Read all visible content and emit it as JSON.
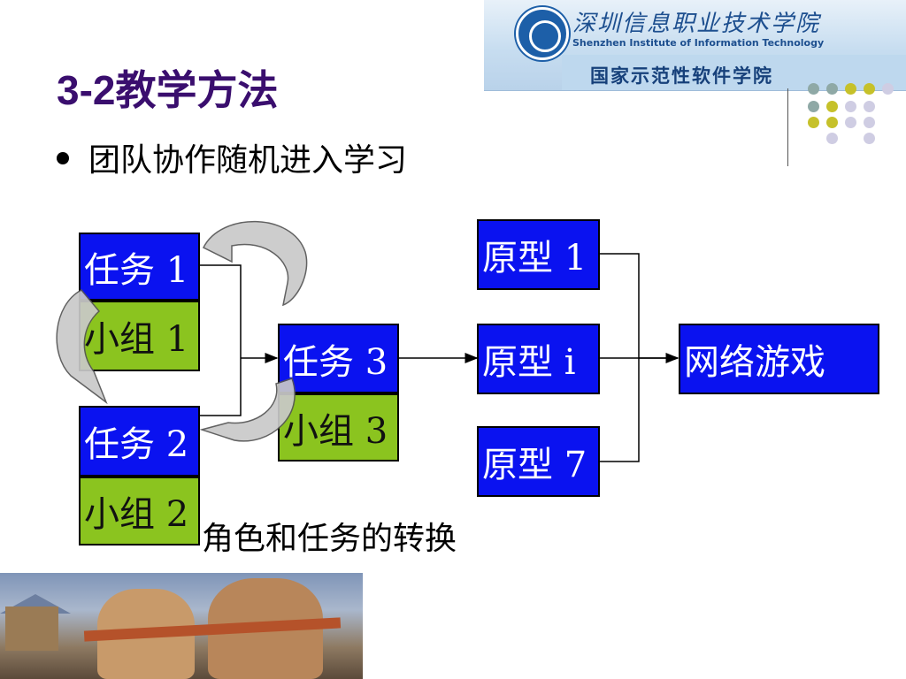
{
  "header": {
    "logo": {
      "name_cn": "深圳信息职业技术学院",
      "name_en": "Shenzhen Institute of Information Technology",
      "tagline": "国家示范性软件学院"
    }
  },
  "slide": {
    "title": "3-2教学方法",
    "bullet": "团队协作随机进入学习"
  },
  "diagram": {
    "tasks": [
      {
        "task": "任务 1",
        "group": "小组 1"
      },
      {
        "task": "任务 2",
        "group": "小组 2"
      },
      {
        "task": "任务 3",
        "group": "小组 3"
      }
    ],
    "prototypes": [
      "原型 1",
      "原型 i",
      "原型 7"
    ],
    "result": "网络游戏",
    "caption": "角色和任务的转换"
  },
  "colors": {
    "title": "#3a0e6e",
    "task_box": "#0a12f0",
    "group_box": "#8bc41f",
    "dot_teal": "#8fa9a6",
    "dot_olive": "#c6c12a",
    "dot_lavender": "#cfcde3"
  },
  "icons": {
    "bullet": "bullet-dot-icon",
    "arrow": "arrow-right-icon",
    "swap": "curved-swap-arrow-icon"
  }
}
